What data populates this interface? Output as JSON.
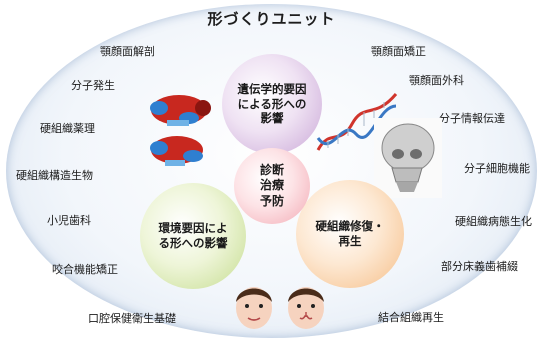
{
  "title": "形づくりユニット",
  "left_labels": [
    "顎顔面解剖",
    "分子発生",
    "硬組織薬理",
    "硬組織構造生物",
    "小児歯科",
    "咬合機能矯正",
    "口腔保健衛生基礎"
  ],
  "right_labels": [
    "顎顔面矯正",
    "顎顔面外科",
    "分子情報伝達",
    "分子細胞機能",
    "硬組織病態生化",
    "部分床義歯補綴",
    "結合組織再生"
  ],
  "circles": {
    "genetic": "遺伝学的要因による形への影響",
    "environment": "環境要因による形への影響",
    "tissue": "硬組織修復・再生",
    "center": "診断治療予防"
  },
  "colors": {
    "genetic": "#c9a6d6",
    "environment": "#c4dc8e",
    "tissue": "#f5bd86",
    "center": "#f2a9b3",
    "dna_red": "#d0342c",
    "dna_blue": "#3a78c4"
  },
  "icons": [
    "skull-3d-scan-icon",
    "dna-helix-icon",
    "skull-xray-icon",
    "child-face-normal-icon",
    "child-face-cleft-lip-icon"
  ]
}
